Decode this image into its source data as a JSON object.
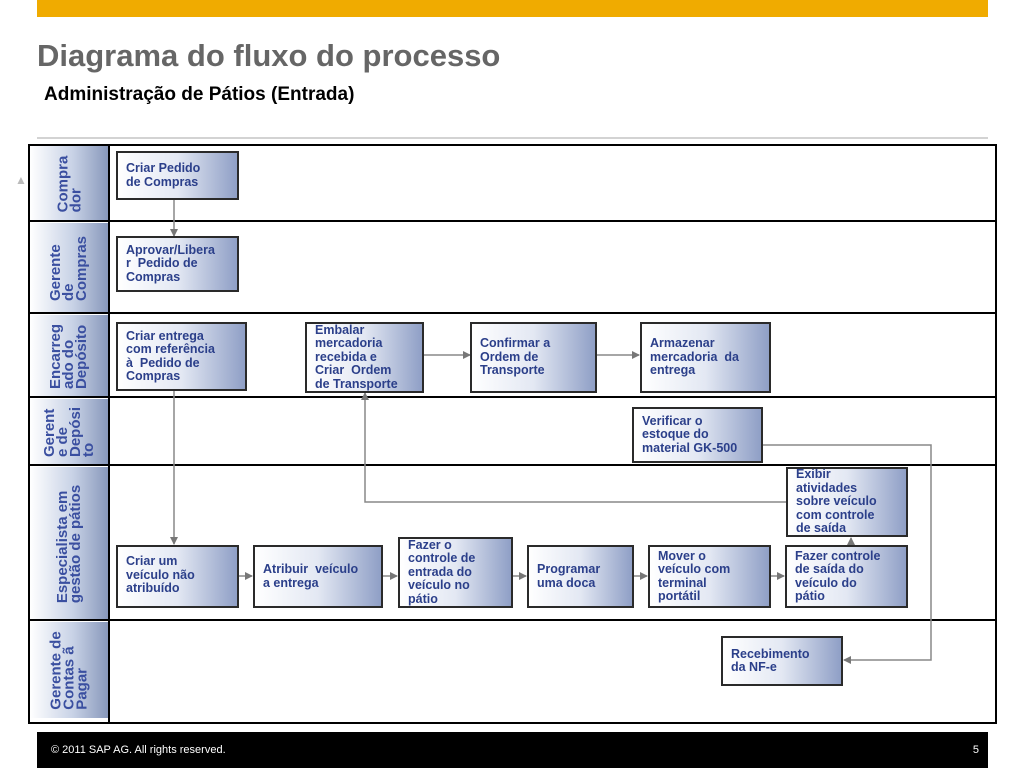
{
  "header": {
    "title": "Diagrama do fluxo do processo",
    "subtitle": "Administração de Pátios (Entrada)"
  },
  "lanes": [
    "Compra\ndor",
    "Gerente\nde\nCompras",
    "Encarreg\nado do\nDepósito",
    "Gerent\ne de\nDepósi\nto",
    "Especialista em\ngestão de pátios",
    "Gerente de\nContas ã\nPagar"
  ],
  "steps": {
    "criar_pedido": "Criar Pedido\nde Compras",
    "aprovar_pedido": "Aprovar/Libera\nr  Pedido de\nCompras",
    "criar_entrega": "Criar entrega\ncom referência\nà  Pedido de\nCompras",
    "embalar": "Embalar\nmercadoria\nrecebida e\nCriar  Ordem\nde Transporte",
    "confirmar_ordem": "Confirmar a\nOrdem de\nTransporte",
    "armazenar": "Armazenar\nmercadoria  da\nentrega",
    "verificar_estoque": "Verificar o\nestoque do\nmaterial GK-500",
    "exibir_atividades": "Exibir\natividades\nsobre veículo\ncom controle\nde saída",
    "criar_veiculo": "Criar um\nveículo não\natribuído",
    "atribuir_veiculo": "Atribuir  veículo\na entrega",
    "fazer_entrada": "Fazer o\ncontrole de\nentrada do\nveículo no\npátio",
    "programar_doca": "Programar\numa doca",
    "mover_veiculo": "Mover o\nveículo com\nterminal\nportátil",
    "fazer_saida": "Fazer controle\nde saída do\nveículo do\npátio",
    "recebimento_nfe": "Recebimento\nda NF-e"
  },
  "footer": {
    "copyright": "©  2011 SAP AG. All rights reserved.",
    "page_number": "5"
  },
  "colors": {
    "accent_bar": "#f0ab00",
    "lane_text": "#3a4fa0",
    "box_text": "#2b3f8a",
    "connector": "#888888"
  }
}
